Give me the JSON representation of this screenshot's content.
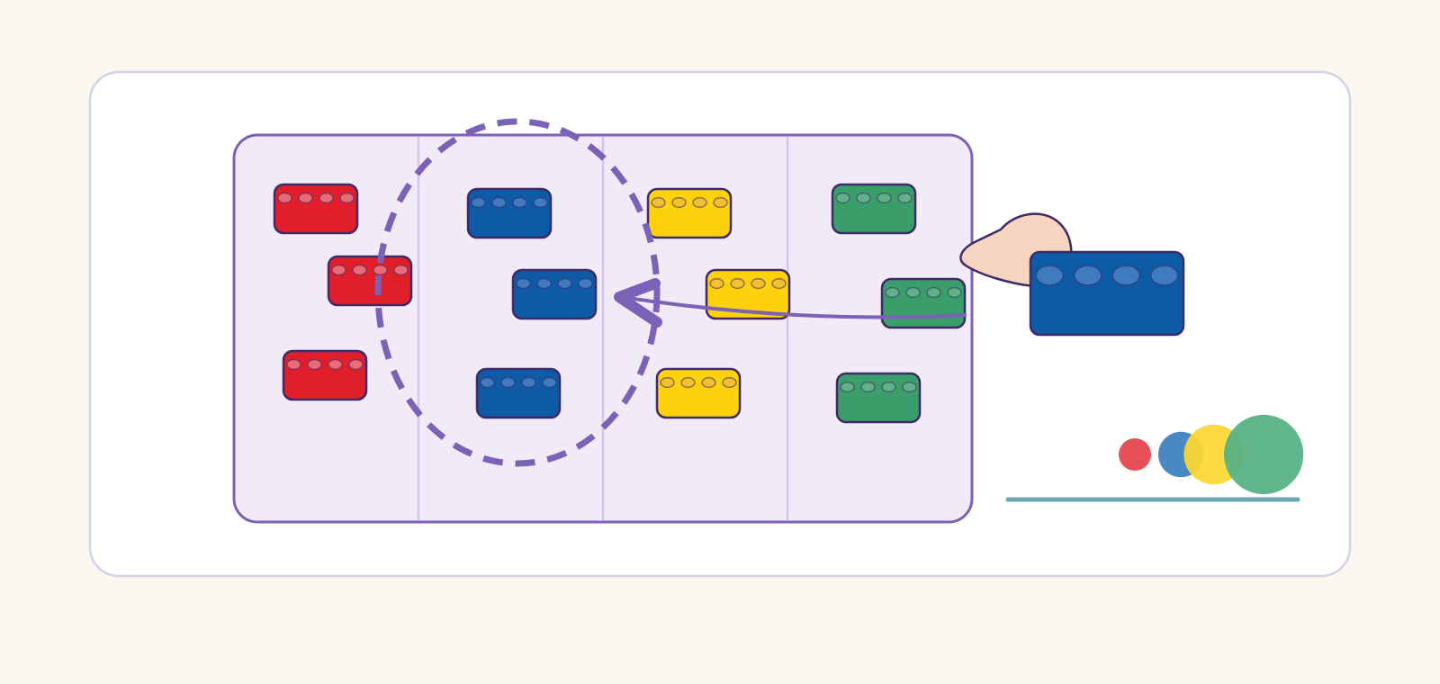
{
  "colors": {
    "background": "#faf7ef",
    "card": "#ffffff",
    "card_border": "#d8d0ea",
    "tray_fill": "#f1ebf8",
    "tray_border": "#7b62b6",
    "divider": "#d2c6e6",
    "outline": "#3d2a66",
    "accent": "#7b62b6",
    "hand": "#f5d5c0",
    "baseline": "#6aa9b0"
  },
  "palette": [
    {
      "name": "red",
      "fill": "#e11f2b",
      "stud": "#ea6a75"
    },
    {
      "name": "blue",
      "fill": "#0d5aa7",
      "stud": "#3f7bbf"
    },
    {
      "name": "yellow",
      "fill": "#fdd20d",
      "stud": "#f1c02e"
    },
    {
      "name": "green",
      "fill": "#399e69",
      "stud": "#5fb187"
    }
  ],
  "tray": {
    "columns": [
      {
        "color": "red",
        "bricks": 3
      },
      {
        "color": "blue",
        "bricks": 3
      },
      {
        "color": "yellow",
        "bricks": 3
      },
      {
        "color": "green",
        "bricks": 3
      }
    ]
  },
  "highlight": {
    "style": "dashed",
    "target_column": "blue"
  },
  "arrow": {
    "from": "green",
    "to": "blue"
  },
  "held_brick": {
    "color": "blue",
    "studs": 4
  },
  "legend_dots": [
    {
      "color": "#e6434a",
      "size": 1
    },
    {
      "color": "#3a7fbf",
      "size": 1.4
    },
    {
      "color": "#fdd831",
      "size": 1.85
    },
    {
      "color": "#55b083",
      "size": 2.45
    }
  ]
}
